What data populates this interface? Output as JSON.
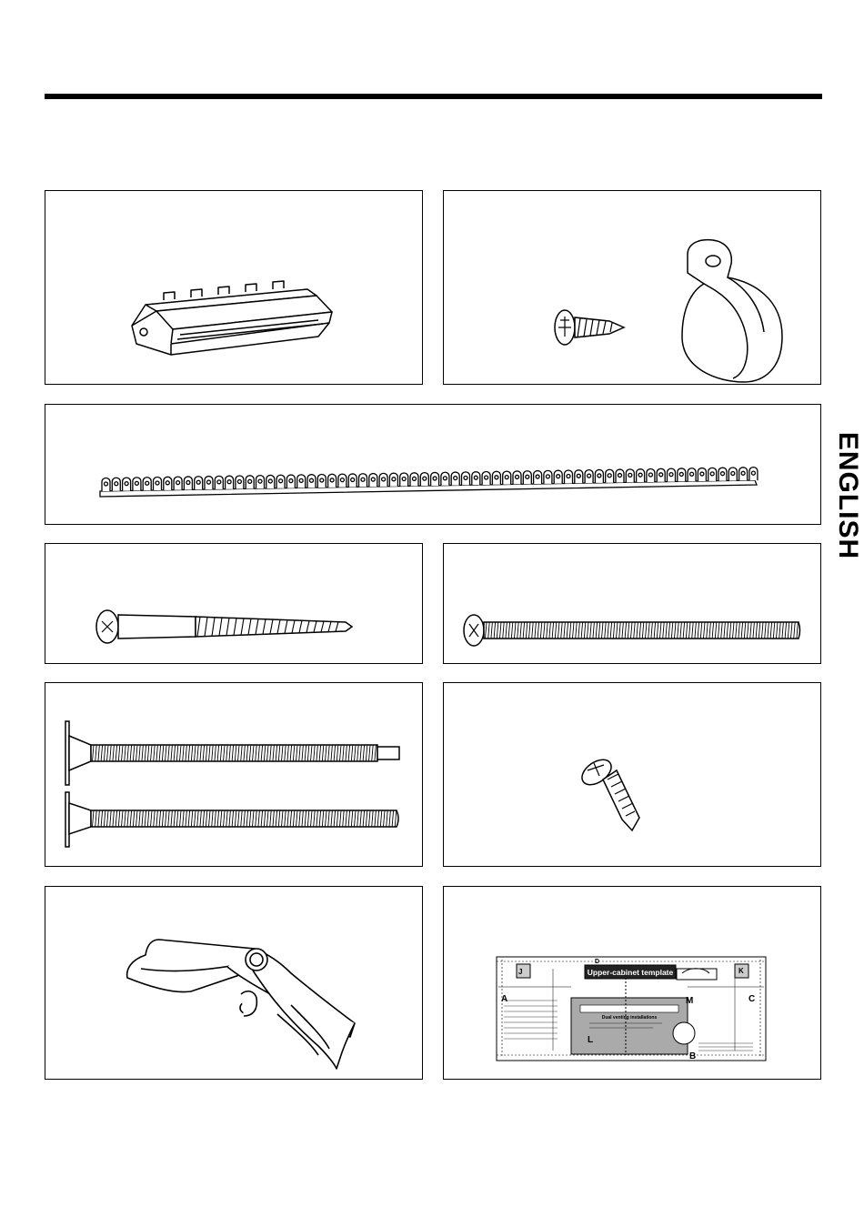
{
  "page": {
    "language_tab": "ENGLISH"
  },
  "template_illustration": {
    "title": "Upper-cabinet template",
    "subtitle": "Dual venting installations",
    "letters": [
      "A",
      "B",
      "C",
      "D",
      "J",
      "K",
      "L",
      "M"
    ]
  }
}
